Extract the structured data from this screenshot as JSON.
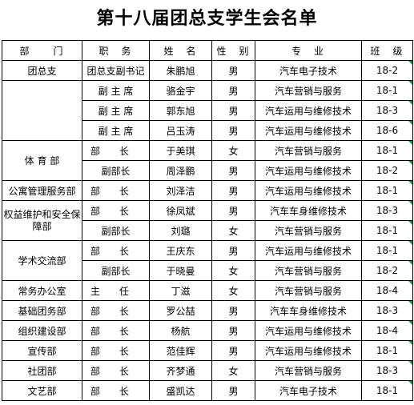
{
  "title": "第十八届团总支学生会名单",
  "headers": [
    "部　　门",
    "职　务",
    "姓　名",
    "性　别",
    "专　业",
    "班　级"
  ],
  "rows": [
    {
      "dept": "团总支",
      "dept_span": 1,
      "role": "团总支副书记",
      "name": "朱鹏旭",
      "gender": "男",
      "major": "汽车电子技术",
      "class": "18-2"
    },
    {
      "dept": "",
      "dept_span": 4,
      "role": "副 主 席",
      "name": "骆金宇",
      "gender": "男",
      "major": "汽车营销与服务",
      "class": "18-1"
    },
    {
      "role": "副 主 席",
      "name": "郭东旭",
      "gender": "男",
      "major": "汽车运用与维修技术",
      "class": "18-3"
    },
    {
      "role": "副 主 席",
      "name": "吕玉涛",
      "gender": "男",
      "major": "汽车运用与维修技术",
      "class": "18-6"
    },
    {
      "dept": "体 育 部",
      "dept_span": 2,
      "role": "部　　长",
      "name": "于美琪",
      "gender": "女",
      "major": "汽车营销与服务",
      "class": "18-1"
    },
    {
      "role": "副部长",
      "name": "周泽鹏",
      "gender": "男",
      "major": "汽车运用与维修技术",
      "class": "18-2"
    },
    {
      "dept": "公寓管理服务部",
      "dept_span": 1,
      "role": "部　　长",
      "name": "刘泽洁",
      "gender": "男",
      "major": "汽车运用与维修技术",
      "class": "18-1"
    },
    {
      "dept": "权益维护和安全保障部",
      "dept_span": 2,
      "role": "部　　长",
      "name": "徐凤斌",
      "gender": "男",
      "major": "汽车车身维修技术",
      "class": "18-3"
    },
    {
      "role": "副部长",
      "name": "刘璐",
      "gender": "女",
      "major": "汽车营销与服务",
      "class": "18-1"
    },
    {
      "dept": "学术交流部",
      "dept_span": 2,
      "role": "部　　长",
      "name": "王庆东",
      "gender": "男",
      "major": "汽车运用与维修技术",
      "class": "18-1"
    },
    {
      "role": "副部长",
      "name": "于晓曼",
      "gender": "女",
      "major": "汽车营销与服务",
      "class": "18-2"
    },
    {
      "dept": "常务办公室",
      "dept_span": 1,
      "role": "主　　任",
      "name": "丁滋",
      "gender": "女",
      "major": "汽车营销与服务",
      "class": "18-4"
    },
    {
      "dept": "基础团务部",
      "dept_span": 1,
      "role": "部　　长",
      "name": "罗公喆",
      "gender": "男",
      "major": "汽车车身维修技术",
      "class": "18-3"
    },
    {
      "dept": "组织建设部",
      "dept_span": 1,
      "role": "部　　长",
      "name": "杨航",
      "gender": "男",
      "major": "汽车运用与维修技术",
      "class": "18-4"
    },
    {
      "dept": "宣传部",
      "dept_span": 1,
      "role": "部　　长",
      "name": "范佳辉",
      "gender": "男",
      "major": "汽车运用与维修技术",
      "class": "18-1"
    },
    {
      "dept": "社团部",
      "dept_span": 1,
      "role": "部　　长",
      "name": "齐梦通",
      "gender": "女",
      "major": "汽车营销与服务",
      "class": "18-3"
    },
    {
      "dept": "文艺部",
      "dept_span": 1,
      "role": "部　　长",
      "name": "盛凯达",
      "gender": "男",
      "major": "汽车电子技术",
      "class": "18-1"
    }
  ],
  "colors": {
    "border": "#000000",
    "comment_marker": "#2e8b57"
  }
}
